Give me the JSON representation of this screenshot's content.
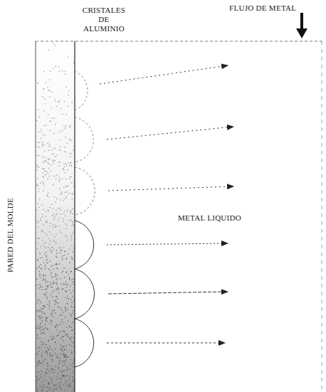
{
  "diagram": {
    "labels": [
      "CRISTALES DE ALUMINIO",
      "FLUJO DE METAL",
      "PARED DEL MOLDE",
      "METAL LIQUIDO"
    ]
  }
}
